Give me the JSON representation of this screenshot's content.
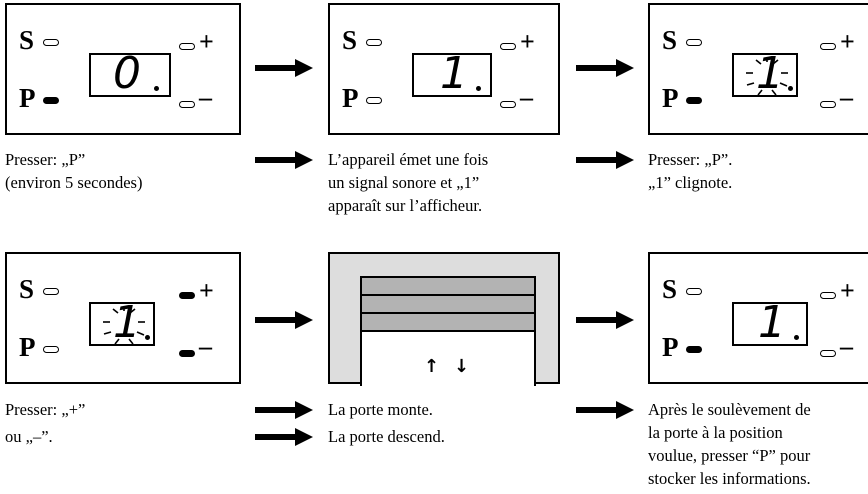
{
  "panel_labels": {
    "s": "S",
    "p": "P",
    "plus": "+",
    "minus": "–"
  },
  "panels": [
    {
      "digit": "0",
      "p_led": "on",
      "plus_led": "off",
      "minus_led": "off",
      "blinking": false
    },
    {
      "digit": "1",
      "p_led": "off",
      "plus_led": "off",
      "minus_led": "off",
      "blinking": false
    },
    {
      "digit": "1",
      "p_led": "on",
      "plus_led": "off",
      "minus_led": "off",
      "blinking": true
    },
    {
      "digit": "1",
      "p_led": "off",
      "plus_led": "on",
      "minus_led": "on",
      "blinking": true
    },
    {
      "digit": "1",
      "p_led": "on",
      "plus_led": "off",
      "minus_led": "off",
      "blinking": false
    }
  ],
  "door_symbol": {
    "up_arrow": "↑",
    "down_arrow": "↓"
  },
  "row1": {
    "step1": [
      "Presser: „P”",
      "(environ 5 secondes)"
    ],
    "step2": [
      "L’appareil émet une fois",
      "un signal sonore et „1”",
      "apparaît sur l’afficheur."
    ],
    "step3": [
      "Presser: „P”.",
      "„1” clignote."
    ]
  },
  "row2": {
    "step1": [
      "Presser: „+”",
      "ou „–”."
    ],
    "step2a": "La porte monte.",
    "step2b": "La porte descend.",
    "step3": [
      "Après le soulèvement de",
      "la porte à la position",
      "voulue, presser “P” pour",
      "stocker les informations."
    ]
  }
}
